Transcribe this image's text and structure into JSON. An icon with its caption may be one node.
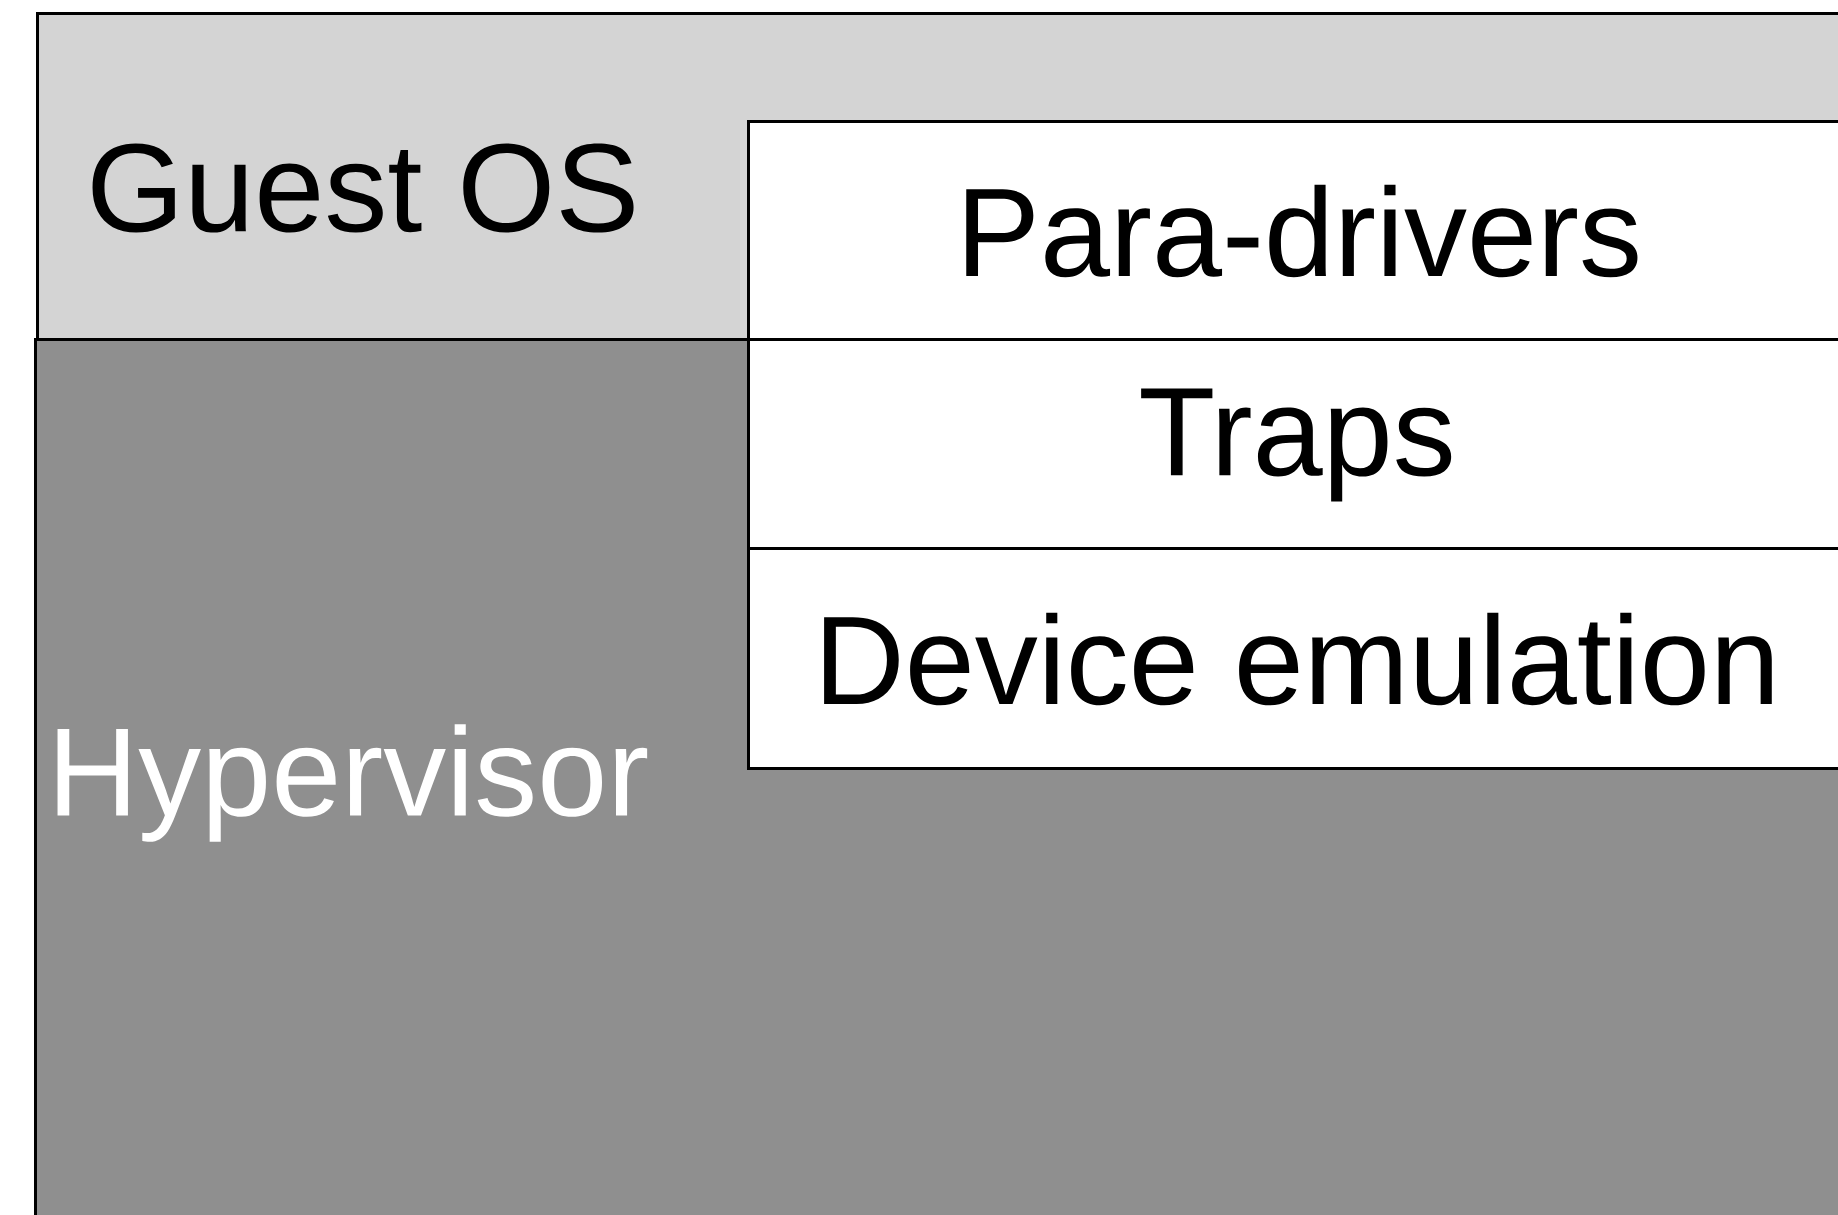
{
  "diagram": {
    "nodes": [
      {
        "text": [
          "Guest OS"
        ]
      },
      {
        "text": [
          "Para-drivers"
        ],
        "in": 0
      },
      {
        "text": [
          "Hypervisor"
        ]
      },
      {
        "text": [
          "Traps"
        ],
        "in": 2
      },
      {
        "text": [
          "Device emulation"
        ],
        "in": 2
      }
    ]
  }
}
